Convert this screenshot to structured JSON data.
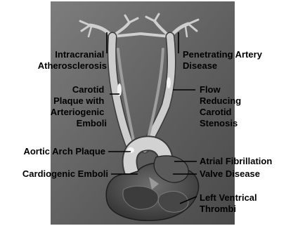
{
  "labels": {
    "intracranial_atherosclerosis": [
      "Intracranial",
      "Atherosclerosis"
    ],
    "penetrating_artery_disease": [
      "Penetrating Artery",
      "Disease"
    ],
    "carotid_plaque": [
      "Carotid",
      "Plaque with",
      "Arteriogenic",
      "Emboli"
    ],
    "flow_reducing_stenosis": [
      "Flow",
      "Reducing",
      "Carotid",
      "Stenosis"
    ],
    "aortic_arch_plaque": [
      "Aortic Arch Plaque"
    ],
    "cardiogenic_emboli": [
      "Cardiogenic Emboli"
    ],
    "atrial_fibrillation": [
      "Atrial Fibrillation"
    ],
    "valve_disease": [
      "Valve Disease"
    ],
    "left_ventrical_thrombi": [
      "Left Ventrical",
      "Thrombi"
    ]
  },
  "colors": {
    "panel_background": "#6b6b6b",
    "vessel": "#c9c9c9",
    "vessel_outline": "#3a3a3a",
    "heart": "#4f4f4f",
    "text": "#000000"
  }
}
